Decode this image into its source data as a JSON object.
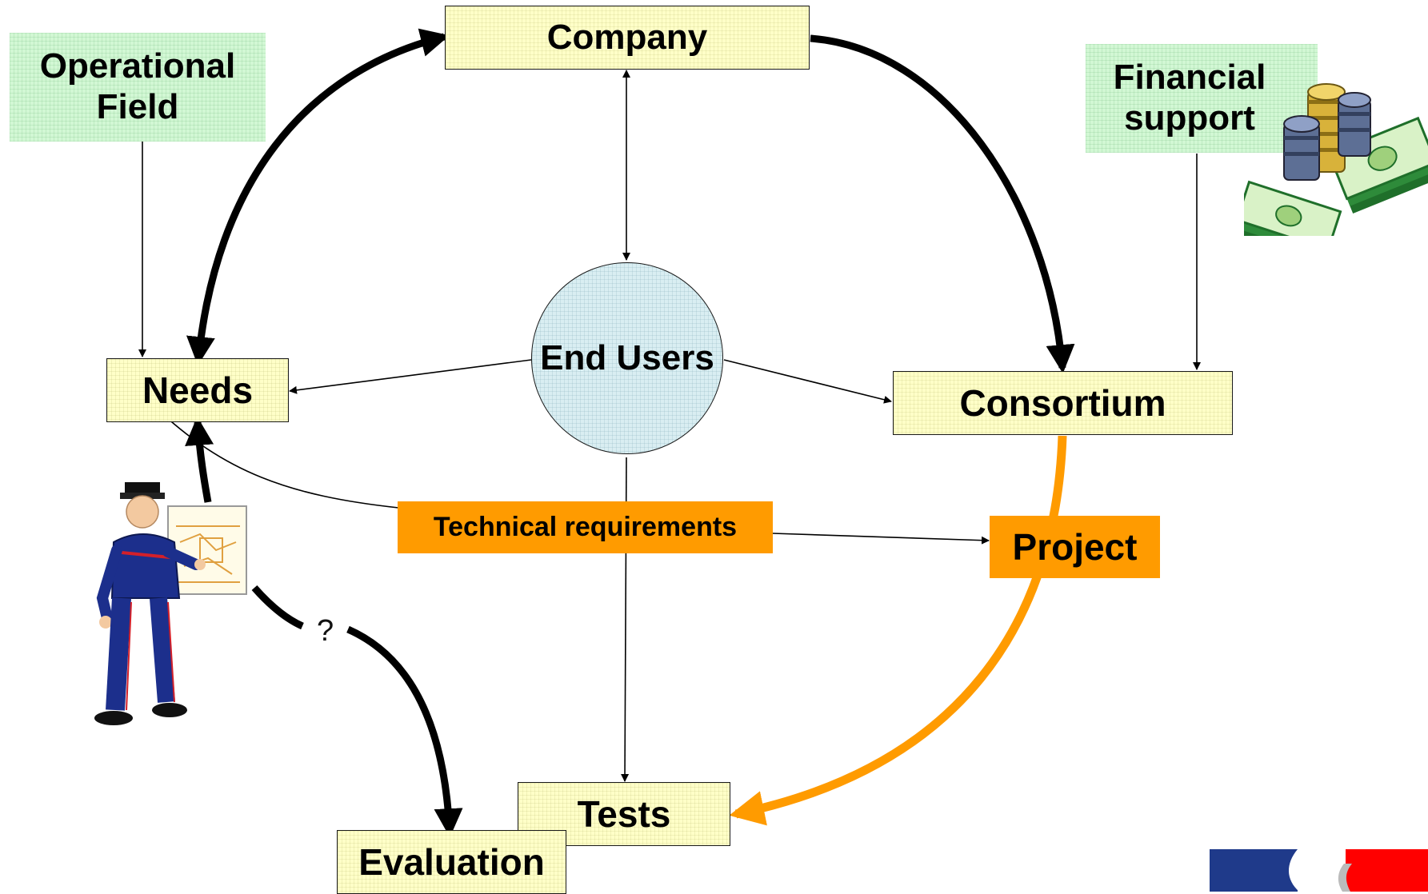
{
  "nodes": {
    "company": "Company",
    "operational_field": "Operational Field",
    "financial_support": "Financial support",
    "end_users": "End Users",
    "needs": "Needs",
    "consortium": "Consortium",
    "technical_requirements": "Technical requirements",
    "project": "Project",
    "tests": "Tests",
    "evaluation": "Evaluation"
  },
  "edge_labels": {
    "unknown": "?"
  },
  "colors": {
    "box_fill": "#ffffc8",
    "green_fill": "#d2f7d4",
    "circle_fill": "#d9eef2",
    "orange": "#ff9b00",
    "flag_blue": "#1f3a8a",
    "flag_red": "#ff0000"
  },
  "icons": {
    "money": "money-stack-icon",
    "officer": "officer-with-map-icon",
    "flag": "french-flag-icon"
  }
}
